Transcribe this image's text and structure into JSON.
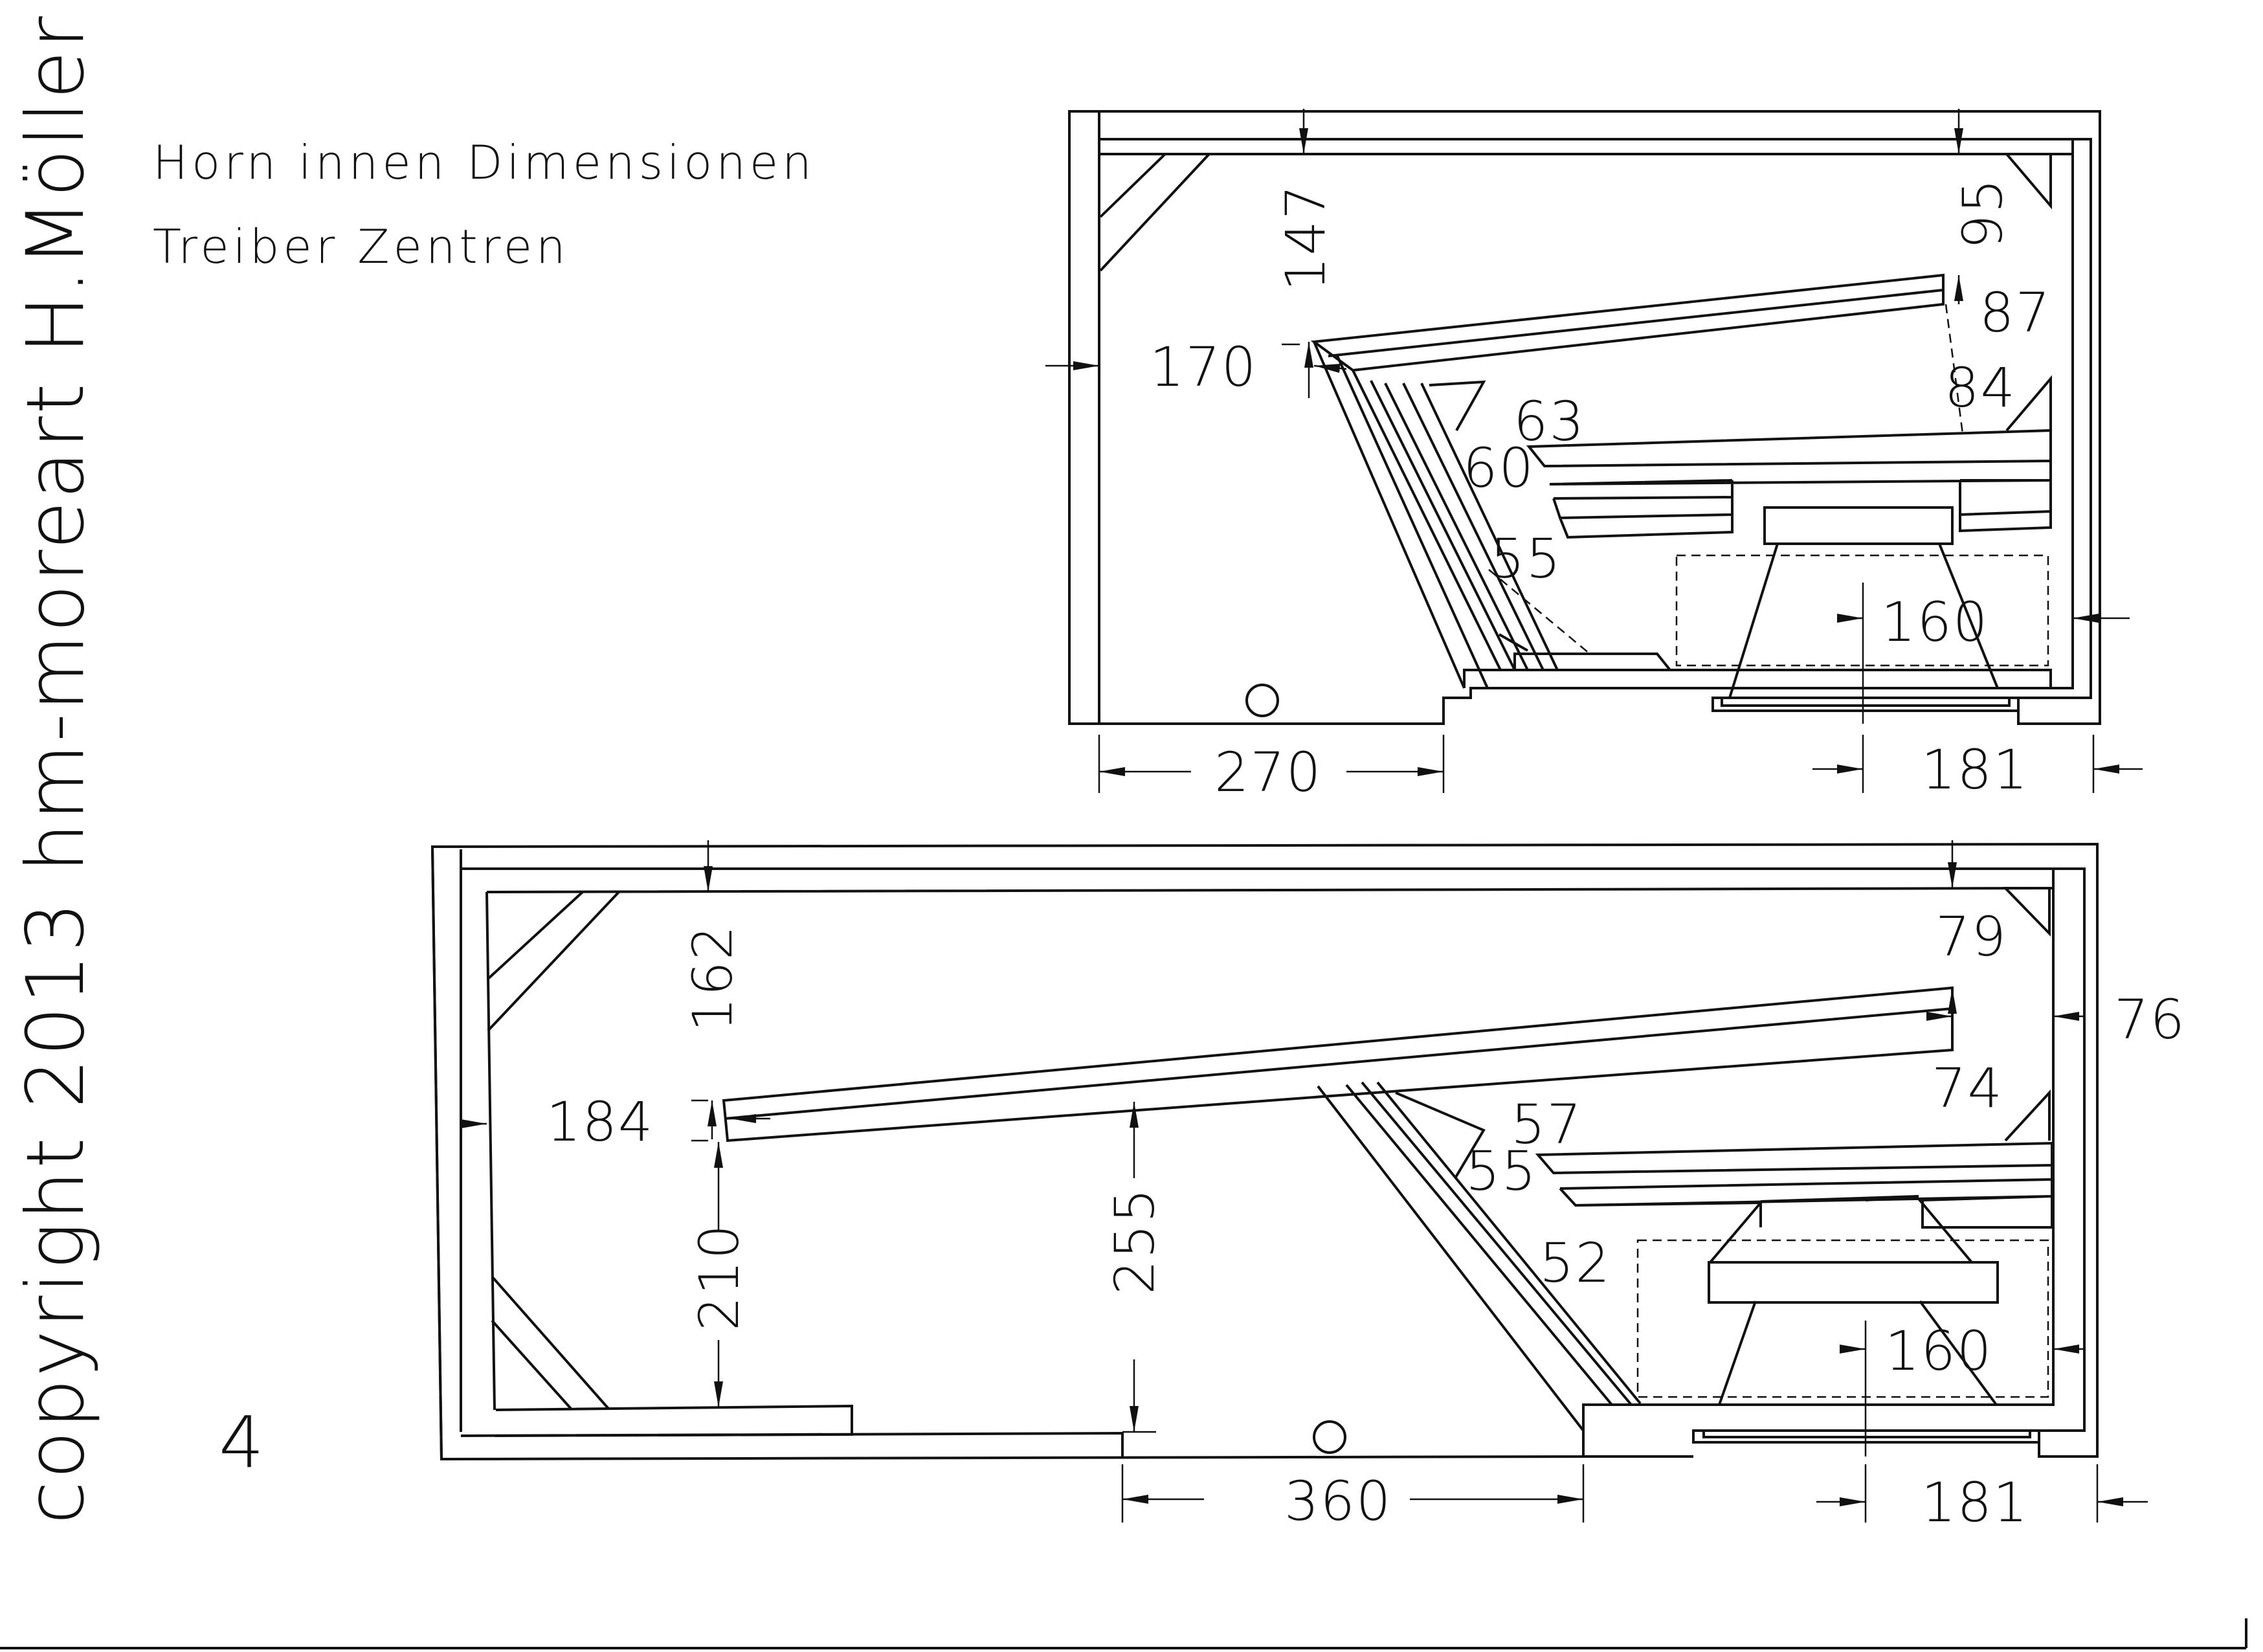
{
  "copyright": "copyright 2013 hm-moreart H.Möller",
  "notes": [
    "Horn innen Dimensionen",
    "Treiber Zentren"
  ],
  "page_number": "4",
  "top_cabinet": {
    "dimensions": {
      "d147": "147",
      "d95": "95",
      "d87": "87",
      "d170": "170",
      "d84": "84",
      "d63": "63",
      "d60": "60",
      "d55": "55",
      "d160": "160",
      "d270": "270",
      "d181": "181"
    }
  },
  "bottom_cabinet": {
    "dimensions": {
      "d162": "162",
      "d79": "79",
      "d76": "76",
      "d184": "184",
      "d74": "74",
      "d57": "57",
      "d55": "55",
      "d52": "52",
      "d210": "210",
      "d255": "255",
      "d160": "160",
      "d360": "360",
      "d181": "181"
    }
  }
}
